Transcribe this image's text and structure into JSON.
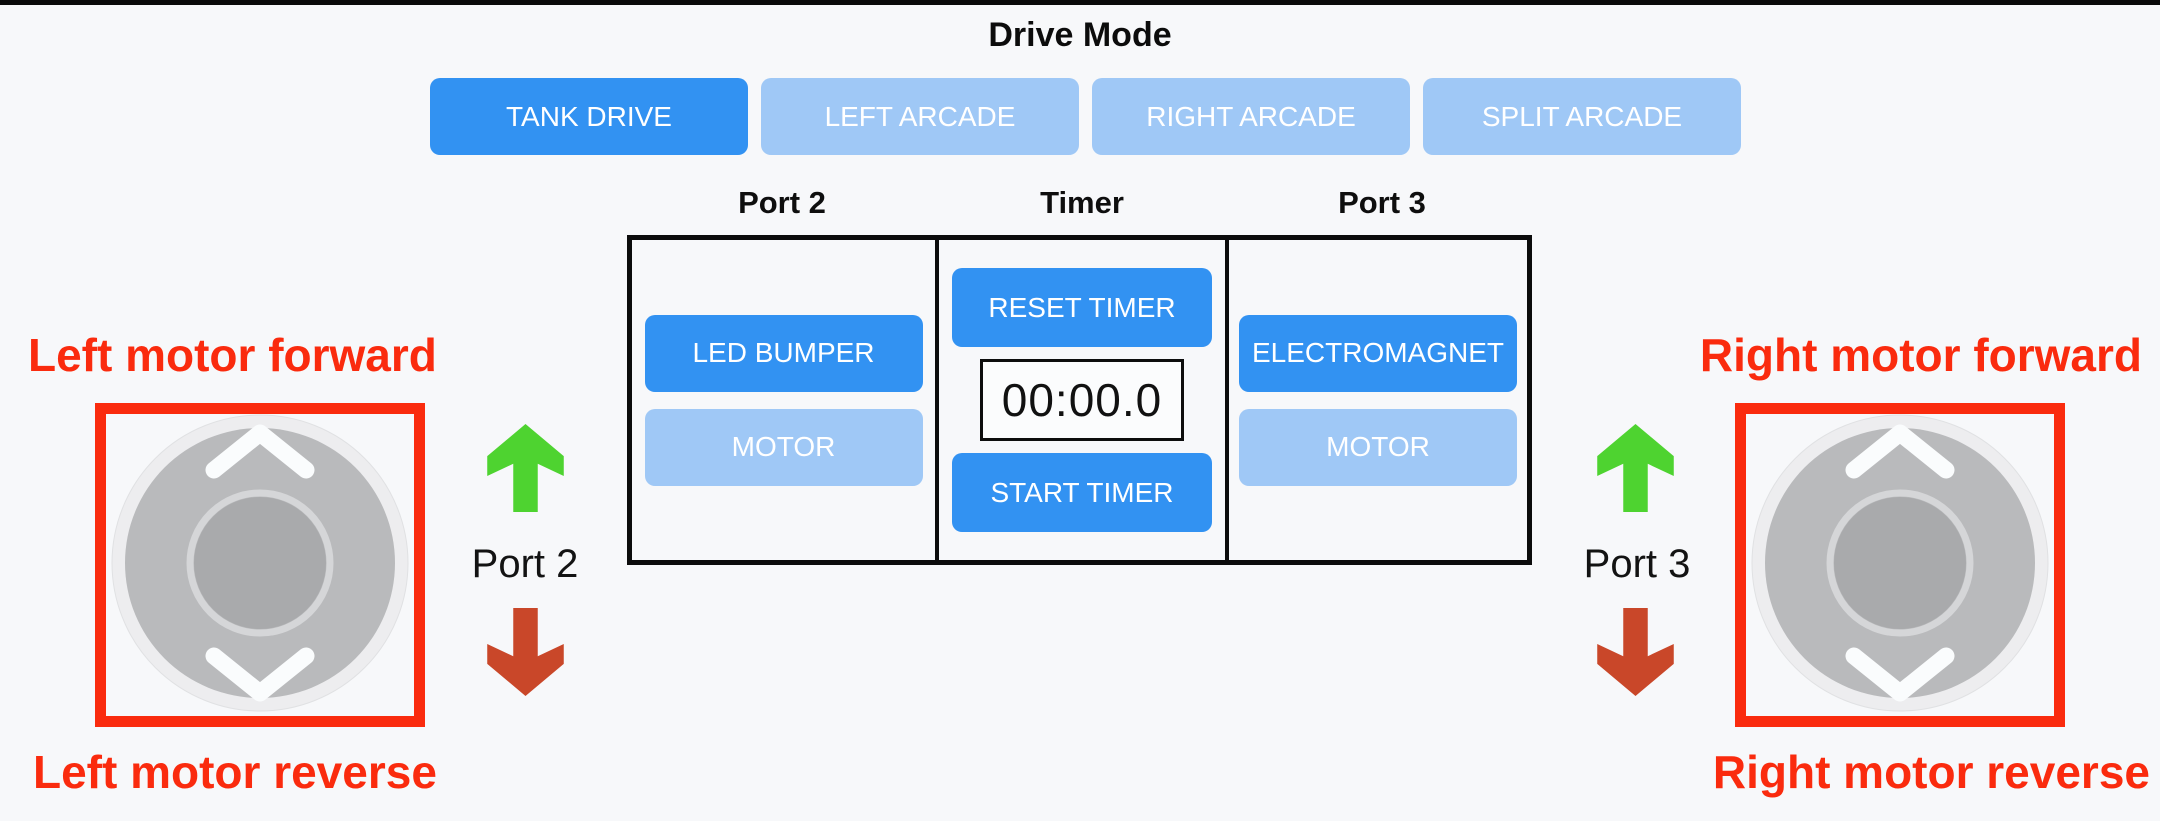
{
  "drive_mode": {
    "title": "Drive Mode",
    "buttons": [
      {
        "label": "TANK DRIVE",
        "active": true
      },
      {
        "label": "LEFT ARCADE",
        "active": false
      },
      {
        "label": "RIGHT ARCADE",
        "active": false
      },
      {
        "label": "SPLIT ARCADE",
        "active": false
      }
    ]
  },
  "panel": {
    "columns": [
      {
        "header": "Port 2",
        "buttons": [
          {
            "label": "LED BUMPER",
            "active": true
          },
          {
            "label": "MOTOR",
            "active": false
          }
        ]
      },
      {
        "header": "Timer",
        "reset_label": "RESET TIMER",
        "display_value": "00:00.0",
        "start_label": "START TIMER"
      },
      {
        "header": "Port 3",
        "buttons": [
          {
            "label": "ELECTROMAGNET",
            "active": true
          },
          {
            "label": "MOTOR",
            "active": false
          }
        ]
      }
    ]
  },
  "annotations": {
    "left": {
      "forward_label": "Left motor forward",
      "reverse_label": "Left motor reverse",
      "port_label": "Port 2"
    },
    "right": {
      "forward_label": "Right motor forward",
      "reverse_label": "Right motor reverse",
      "port_label": "Port 3"
    }
  },
  "icons": {
    "up_arrow": "swallowtail-up-arrow",
    "down_arrow": "swallowtail-down-arrow",
    "joystick_chevrons": "chevron-up-and-down"
  },
  "colors": {
    "background": "#f7f8fa",
    "top_bar": "#0a0a0a",
    "button_active_blue": "#3292f2",
    "button_inactive_blue": "#9fc8f6",
    "annotation_red": "#fa2b0e",
    "arrow_green": "#4ed330",
    "arrow_dark_red": "#c94729",
    "joystick_base": "#ededef",
    "joystick_pad": "#b9babc",
    "joystick_knob": "#a9aaac",
    "joystick_ring": "#d5d6d8",
    "panel_border": "#0c0c0c",
    "timer_text": "#111111"
  }
}
